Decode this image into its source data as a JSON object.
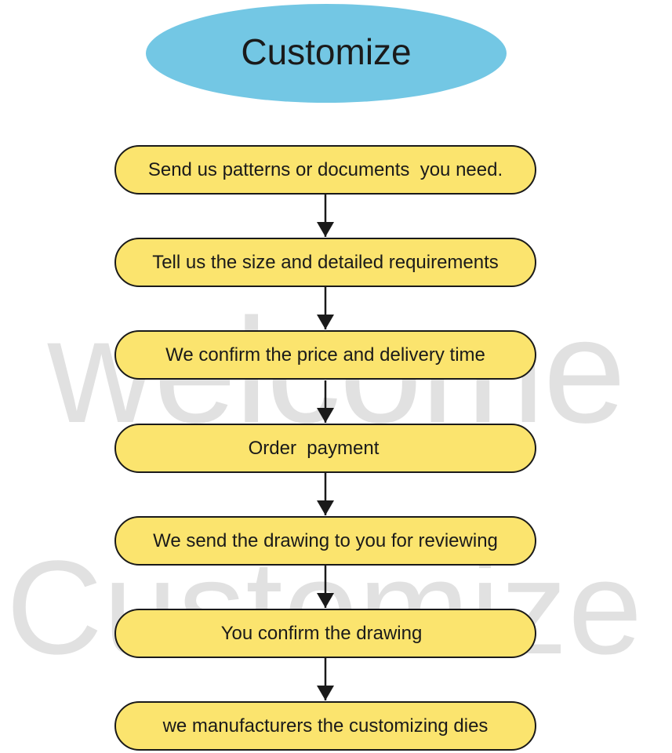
{
  "title": "Customize",
  "steps": [
    "Send us patterns or documents  you need.",
    "Tell us the size and detailed requirements",
    "We confirm the price and delivery time",
    "Order  payment",
    "We send the drawing to you for reviewing",
    "You confirm the drawing",
    "we manufacturers the customizing dies"
  ],
  "watermark": {
    "line1": "welcome",
    "line2": "Customize"
  },
  "colors": {
    "header_fill": "#73c7e4",
    "step_fill": "#fbe46e",
    "stroke": "#1a1a1a",
    "watermark": "#e1e1e1"
  }
}
